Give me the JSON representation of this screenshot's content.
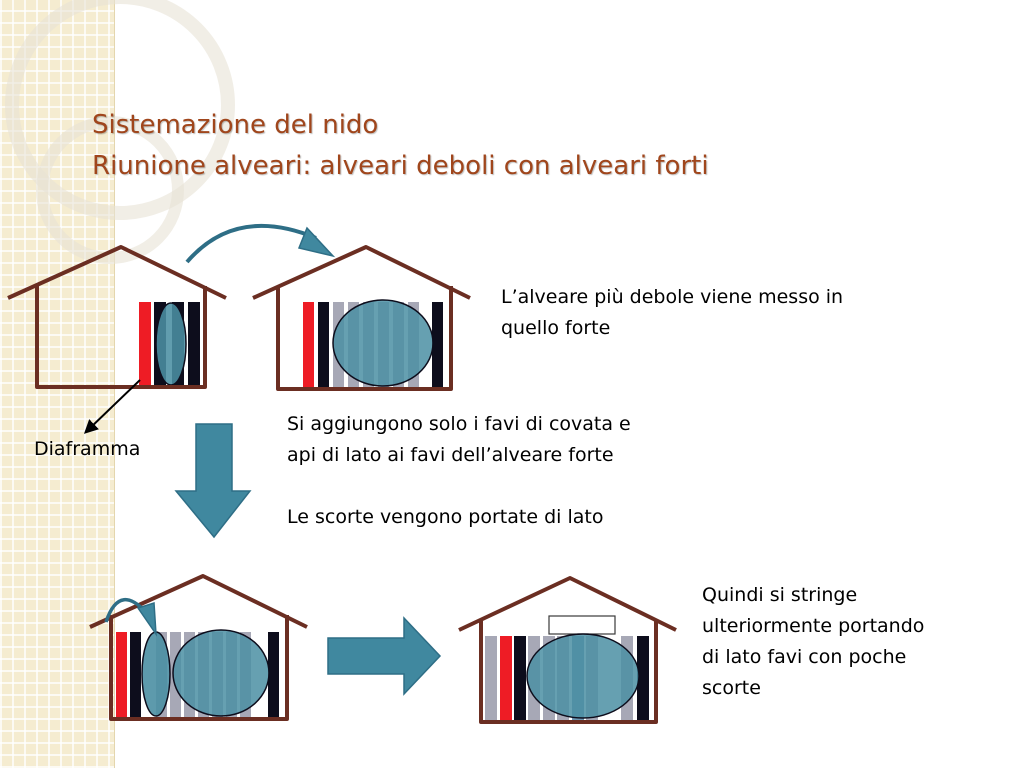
{
  "slide": {
    "title_line1": "Sistemazione del nido",
    "title_line2": "Riunione alveari: alveari deboli con alveari forti"
  },
  "colors": {
    "title": "#a0461c",
    "house": "#6b2e22",
    "frame_red": "#ee1c25",
    "frame_black": "#0d0d1c",
    "frame_grey": "#a7a8b6",
    "frame_blue": "#6d95b1",
    "bees": "#4b8fa3",
    "arrow_fill": "#40889f"
  },
  "texts": {
    "step1": [
      "L’alveare più debole viene messo in",
      "quello forte"
    ],
    "step2": [
      "Si aggiungono solo i favi di covata e",
      "api di lato ai favi dell’alveare forte",
      "",
      "Le scorte vengono portate di lato"
    ],
    "step3": [
      "Quindi si stringe",
      "ulteriormente portando",
      "di lato favi con poche",
      "scorte"
    ],
    "label_diaframma": "Diaframma"
  }
}
